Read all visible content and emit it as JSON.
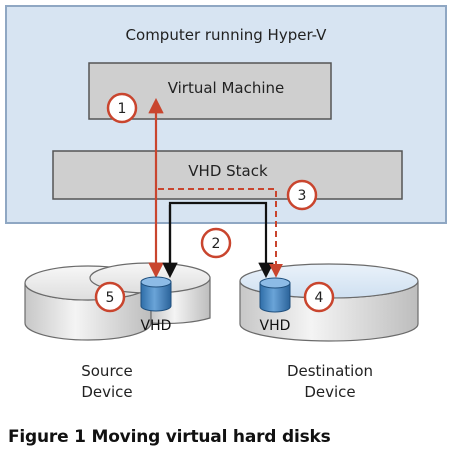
{
  "host": {
    "title": "Computer running Hyper-V"
  },
  "vm": {
    "label": "Virtual Machine"
  },
  "stack": {
    "label": "VHD Stack"
  },
  "steps": [
    "1",
    "2",
    "3",
    "4",
    "5"
  ],
  "source": {
    "vhd_label": "VHD",
    "caption_line1": "Source",
    "caption_line2": "Device"
  },
  "destination": {
    "vhd_label": "VHD",
    "caption_line1": "Destination",
    "caption_line2": "Device"
  },
  "figure": {
    "caption": "Figure 1 Moving virtual hard disks"
  },
  "colors": {
    "host_fill": "#d7e4f2",
    "host_border": "#8fa7c3",
    "box_fill": "#cfcfcf",
    "box_border": "#555555",
    "red": "#c9452e",
    "black": "#111111",
    "cylinder_blue": "#4a88c2"
  }
}
